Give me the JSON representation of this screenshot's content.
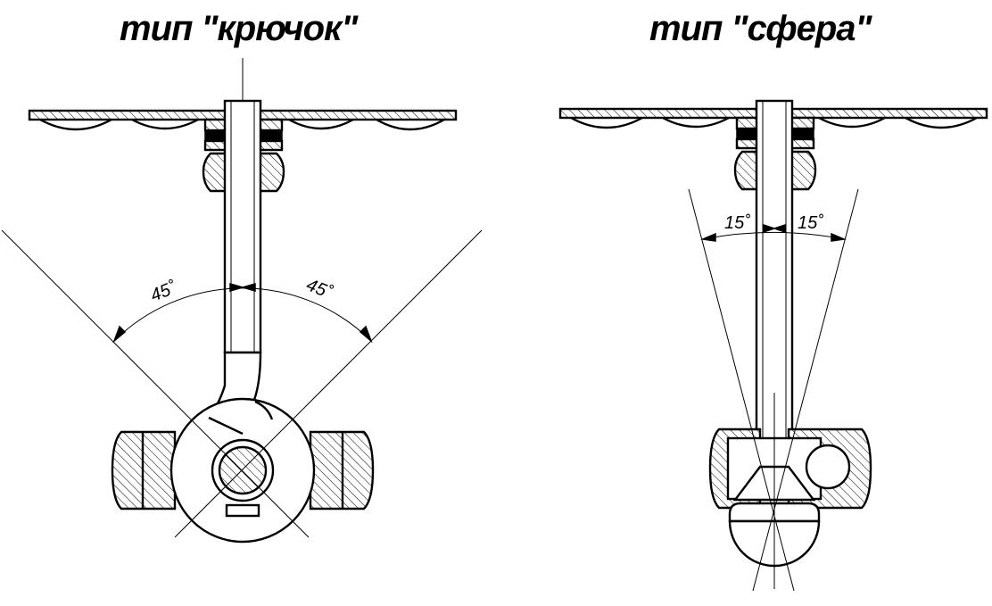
{
  "titles": {
    "hook": "тип \"крючок\"",
    "sphere": "тип \"сфера\""
  },
  "angles": {
    "hook_left": "45˚",
    "hook_right": "45˚",
    "sphere_left": "15˚",
    "sphere_right": "15˚"
  }
}
